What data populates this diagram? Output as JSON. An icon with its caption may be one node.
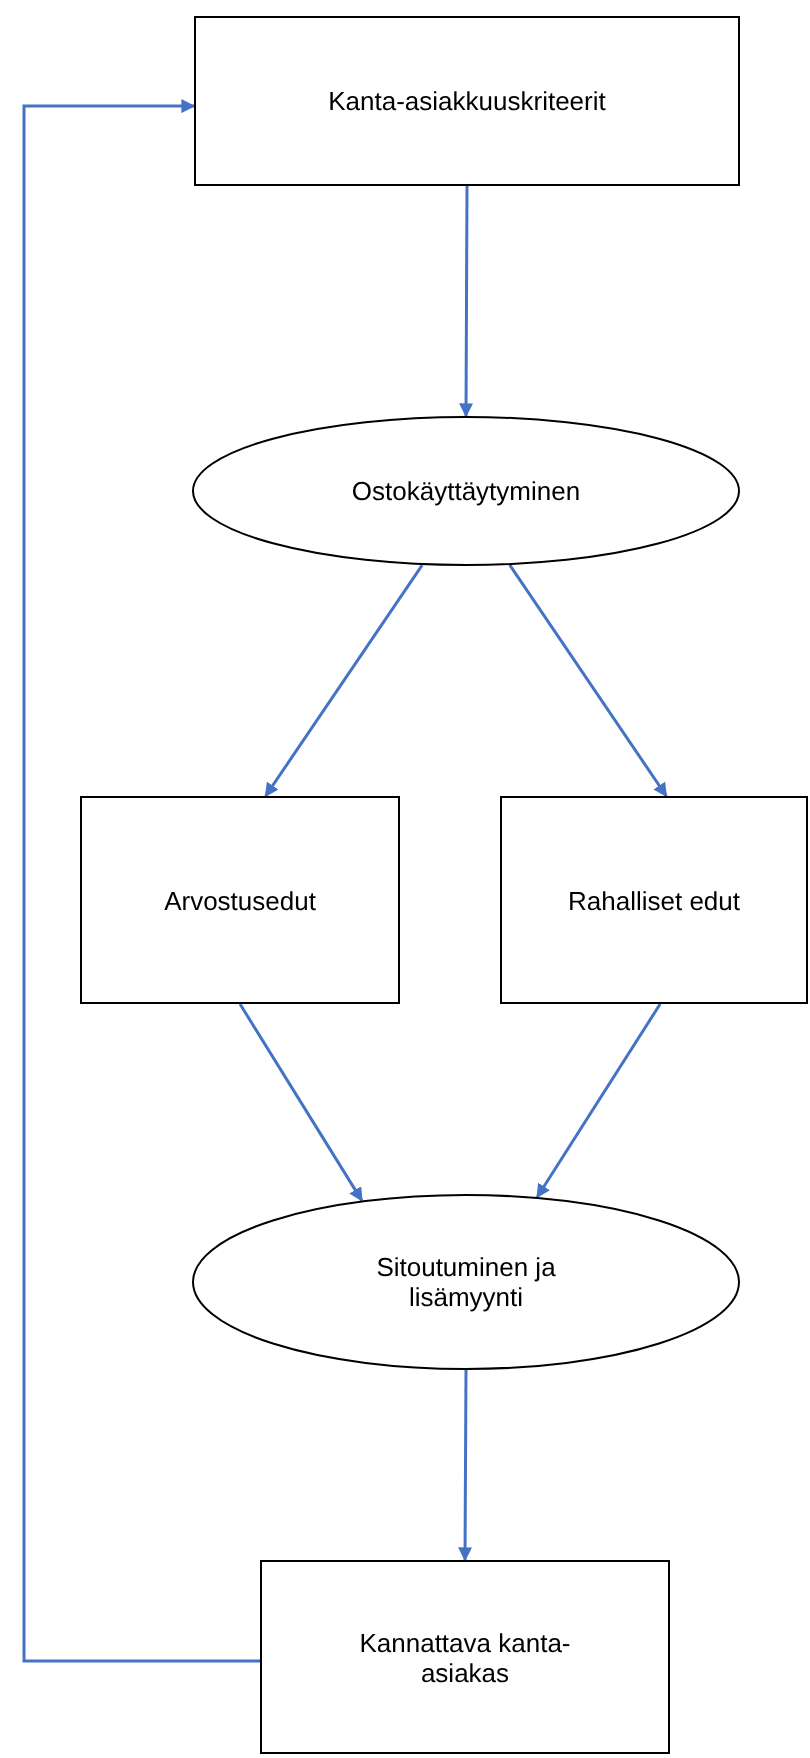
{
  "diagram": {
    "nodes": [
      {
        "text": [
          "Kanta-asiakkuuskriteerit"
        ]
      },
      {
        "text": [
          "Ostokäyttäytyminen"
        ]
      },
      {
        "text": [
          "Arvostusedut"
        ]
      },
      {
        "text": [
          "Rahalliset edut"
        ]
      },
      {
        "text": [
          "Sitoutuminen ja lisämyynti"
        ]
      },
      {
        "text": [
          "Kannattava kanta-asiakas"
        ]
      }
    ],
    "edges": [
      {
        "from": 0,
        "to": 1,
        "arrow": "to"
      },
      {
        "from": 1,
        "to": 2,
        "arrow": "to"
      },
      {
        "from": 1,
        "to": 3,
        "arrow": "to"
      },
      {
        "from": 2,
        "to": 4,
        "arrow": "to"
      },
      {
        "from": 3,
        "to": 4,
        "arrow": "to"
      },
      {
        "from": 4,
        "to": 5,
        "arrow": "to"
      },
      {
        "from": 5,
        "to": 0,
        "arrow": "to"
      }
    ]
  }
}
